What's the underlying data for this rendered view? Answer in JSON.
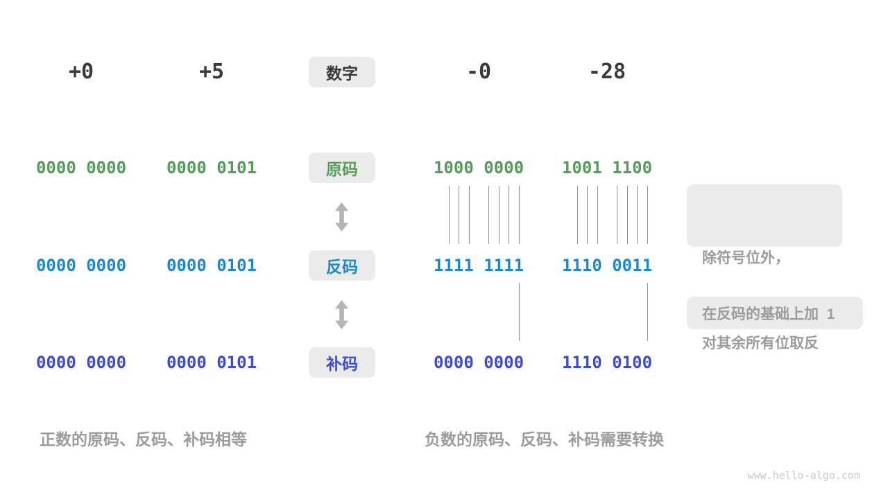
{
  "colors": {
    "green": "#559e5a",
    "blue": "#1d87d0",
    "indigo": "#3c4cd6",
    "gray_box": "#ebebeb",
    "gray_text": "#9c9c9c",
    "dark_text": "#3a3a3a",
    "arrow": "#b5b5b5",
    "line": "#8f8f8f",
    "watermark": "#c9c9c9"
  },
  "header": {
    "label": "数字",
    "columns": [
      "+0",
      "+5",
      "-0",
      "-28"
    ]
  },
  "rows": [
    {
      "label": "原码",
      "values": [
        "0000 0000",
        "0000 0101",
        "1000 0000",
        "1001 1100"
      ]
    },
    {
      "label": "反码",
      "values": [
        "0000 0000",
        "0000 0101",
        "1111 1111",
        "1110 0011"
      ]
    },
    {
      "label": "补码",
      "values": [
        "0000 0000",
        "0000 0101",
        "0000 0000",
        "1110 0100"
      ]
    }
  ],
  "annotations": {
    "invert_line1": "除符号位外，",
    "invert_line2": "对其余所有位取反",
    "add_one": "在反码的基础上加  1"
  },
  "captions": {
    "positive": "正数的原码、反码、补码相等",
    "negative": "负数的原码、反码、补码需要转换"
  },
  "watermark": "www.hello-algo.com"
}
